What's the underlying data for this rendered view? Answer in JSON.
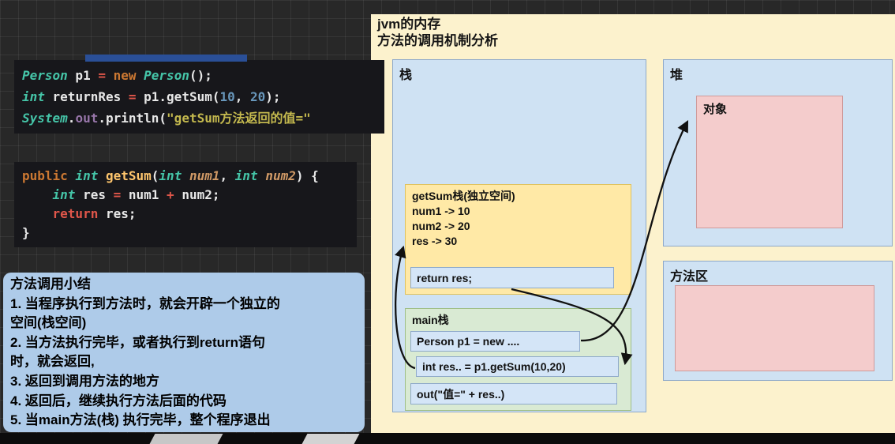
{
  "panel": {
    "title_line1": "jvm的内存",
    "title_line2": "方法的调用机制分析"
  },
  "code_block_1": {
    "lines": [
      [
        {
          "t": "Person",
          "c": "type"
        },
        {
          "t": " p1 ",
          "c": "plain"
        },
        {
          "t": "=",
          "c": "op"
        },
        {
          "t": " ",
          "c": "plain"
        },
        {
          "t": "new",
          "c": "kw"
        },
        {
          "t": " ",
          "c": "plain"
        },
        {
          "t": "Person",
          "c": "type"
        },
        {
          "t": "();",
          "c": "plain"
        }
      ],
      [
        {
          "t": "int",
          "c": "type"
        },
        {
          "t": " returnRes ",
          "c": "plain"
        },
        {
          "t": "=",
          "c": "op"
        },
        {
          "t": " p1.getSum(",
          "c": "plain"
        },
        {
          "t": "10",
          "c": "num"
        },
        {
          "t": ", ",
          "c": "plain"
        },
        {
          "t": "20",
          "c": "num"
        },
        {
          "t": ");",
          "c": "plain"
        }
      ],
      [
        {
          "t": "System",
          "c": "type"
        },
        {
          "t": ".",
          "c": "plain"
        },
        {
          "t": "out",
          "c": "field"
        },
        {
          "t": ".println(",
          "c": "plain"
        },
        {
          "t": "\"getSum方法返回的值=\"",
          "c": "str"
        }
      ]
    ]
  },
  "code_block_2": {
    "lines": [
      [
        {
          "t": "public",
          "c": "kw"
        },
        {
          "t": " ",
          "c": "plain"
        },
        {
          "t": "int",
          "c": "type"
        },
        {
          "t": " ",
          "c": "plain"
        },
        {
          "t": "getSum",
          "c": "method"
        },
        {
          "t": "(",
          "c": "plain"
        },
        {
          "t": "int",
          "c": "type"
        },
        {
          "t": " ",
          "c": "plain"
        },
        {
          "t": "num1",
          "c": "param"
        },
        {
          "t": ", ",
          "c": "plain"
        },
        {
          "t": "int",
          "c": "type"
        },
        {
          "t": " ",
          "c": "plain"
        },
        {
          "t": "num2",
          "c": "param"
        },
        {
          "t": ") {",
          "c": "plain"
        }
      ],
      [
        {
          "t": "    ",
          "c": "plain"
        },
        {
          "t": "int",
          "c": "type"
        },
        {
          "t": " res ",
          "c": "plain"
        },
        {
          "t": "=",
          "c": "op"
        },
        {
          "t": " num1 ",
          "c": "plain"
        },
        {
          "t": "+",
          "c": "op"
        },
        {
          "t": " num2;",
          "c": "plain"
        }
      ],
      [
        {
          "t": "    ",
          "c": "plain"
        },
        {
          "t": "return",
          "c": "ret"
        },
        {
          "t": " res;",
          "c": "plain"
        }
      ],
      [
        {
          "t": "}",
          "c": "plain"
        }
      ]
    ]
  },
  "summary": {
    "lines": [
      "方法调用小结",
      "1. 当程序执行到方法时，就会开辟一个独立的",
      "空间(栈空间)",
      "2. 当方法执行完毕，或者执行到return语句",
      "时，就会返回,",
      "3. 返回到调用方法的地方",
      "4. 返回后，继续执行方法后面的代码",
      "5. 当main方法(栈) 执行完毕，整个程序退出"
    ]
  },
  "stack": {
    "label": "栈",
    "getsum_frame": {
      "title": "getSum栈(独立空间)",
      "vars": [
        "num1 -> 10",
        "num2 -> 20",
        "res -> 30"
      ],
      "return_stmt": "return res;"
    },
    "main_frame": {
      "title": "main栈",
      "stmts": [
        "Person p1 = new ....",
        "int res.. = p1.getSum(10,20)",
        "out(\"值=\" + res..)"
      ]
    }
  },
  "heap": {
    "label": "堆",
    "object_label": "对象"
  },
  "method_area": {
    "label": "方法区"
  },
  "colors": {
    "panel_bg": "#fcf2cd",
    "box_blue": "#cfe2f3",
    "box_green": "#d9ead3",
    "box_pink": "#f4cccc",
    "frame_yellow": "#ffe9a6",
    "arrow": "#111111"
  }
}
